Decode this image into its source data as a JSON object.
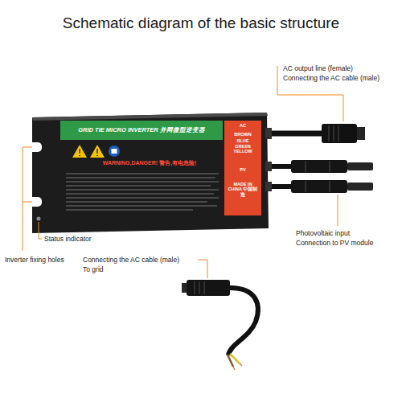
{
  "diagram": {
    "title": "Schematic diagram of the basic structure",
    "nodes": [
      {
        "text": [
          "GRID TIE MICRO INVERTER 并网微型逆变器"
        ]
      },
      {
        "text": [
          "WARNING,DANGER! 警告,有电危险!"
        ]
      },
      {
        "text": [
          "AC",
          "BROWN",
          "BLUE",
          "GREEN YELLOW",
          "PV",
          "MADE IN CHINA 中国制造"
        ]
      }
    ],
    "labels": [
      "AC output line (female)",
      "Connecting the AC cable (male)",
      "Status indicator",
      "Inverter fixing holes",
      "Connecting the AC cable (male)",
      "To grid",
      "Photovoltaic input",
      "Connection to PV module"
    ]
  }
}
